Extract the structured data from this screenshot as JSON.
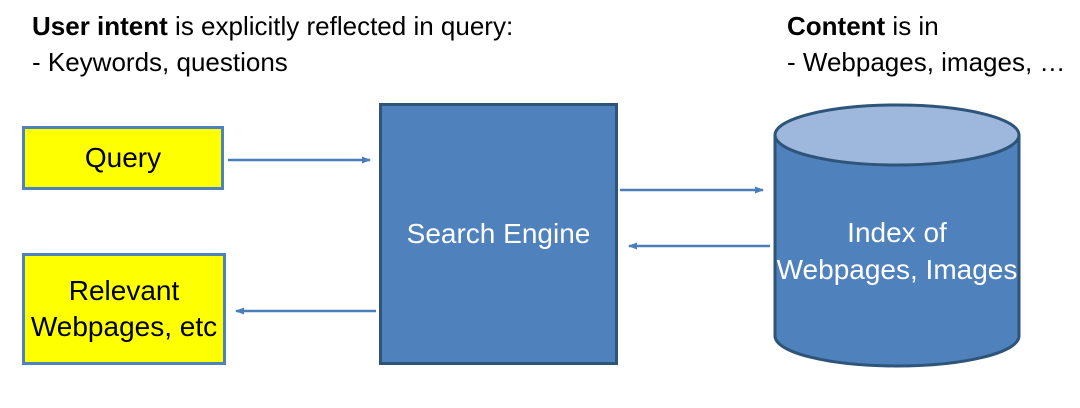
{
  "annotations": {
    "left": {
      "bold": "User intent",
      "rest": " is explicitly reflected in query:",
      "line2": "- Keywords, questions"
    },
    "right": {
      "bold": "Content",
      "rest": " is in",
      "line2": "- Webpages, images, …"
    }
  },
  "nodes": {
    "query": {
      "label": "Query"
    },
    "results": {
      "line1": "Relevant",
      "line2": "Webpages, etc"
    },
    "engine": {
      "label": "Search Engine"
    },
    "index": {
      "line1": "Index of",
      "line2": "Webpages, Images"
    }
  },
  "colors": {
    "node_blue_fill": "#4f81bd",
    "node_blue_border": "#2f5479",
    "yellow_fill": "#feff00",
    "yellow_border": "#4f81bd",
    "cylinder_top_fill": "#9db8dc",
    "arrow": "#4a7ebb",
    "text_on_blue": "#ffffff",
    "text_dark": "#000000"
  }
}
